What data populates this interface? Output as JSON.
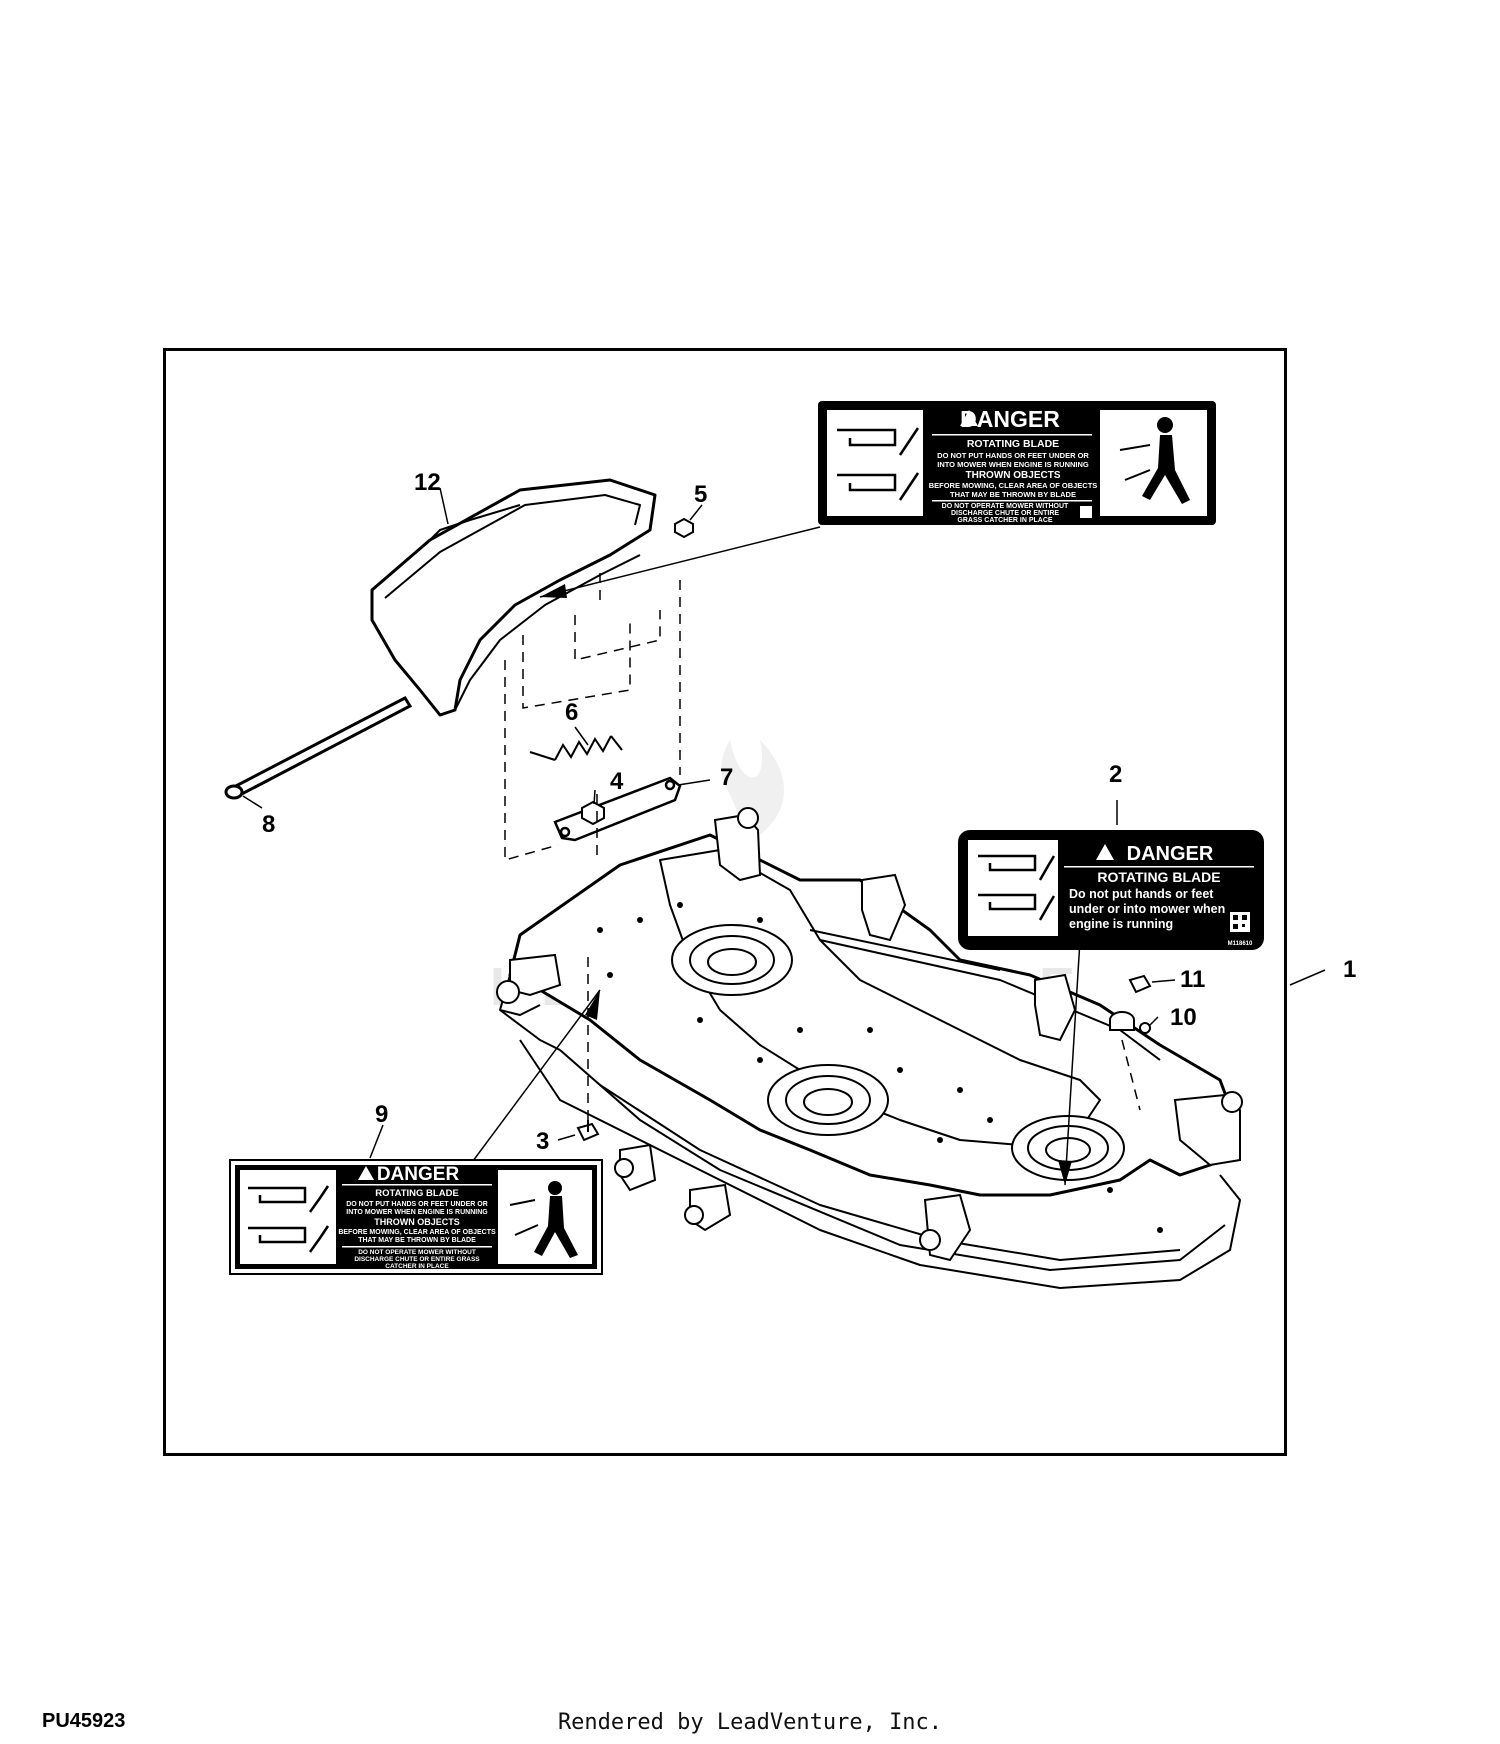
{
  "figure_id": "PU45923",
  "footer": "Rendered by LeadVenture, Inc.",
  "watermark": "LEADVENTURE",
  "callouts": [
    "1",
    "2",
    "3",
    "4",
    "5",
    "6",
    "7",
    "8",
    "9",
    "10",
    "11",
    "12"
  ],
  "labels": {
    "top": {
      "header": "DANGER",
      "line1": "ROTATING BLADE",
      "line2": "DO NOT PUT HANDS OR FEET UNDER OR",
      "line3": "INTO MOWER WHEN ENGINE IS RUNNING",
      "line4": "THROWN OBJECTS",
      "line5": "BEFORE MOWING, CLEAR AREA OF OBJECTS",
      "line6": "THAT MAY BE THROWN BY BLADE",
      "line7": "DO NOT OPERATE MOWER WITHOUT",
      "line8": "DISCHARGE CHUTE OR ENTIRE",
      "line9": "GRASS CATCHER IN PLACE"
    },
    "middle": {
      "header": "DANGER",
      "line1": "ROTATING BLADE",
      "line2": "Do not put hands or feet",
      "line3": "under or into mower when",
      "line4": "engine is running",
      "code": "M118610"
    },
    "bottom": {
      "header": "DANGER",
      "line1": "ROTATING BLADE",
      "line2": "DO NOT PUT HANDS OR FEET UNDER OR",
      "line3": "INTO MOWER WHEN ENGINE IS RUNNING",
      "line4": "THROWN OBJECTS",
      "line5": "BEFORE MOWING, CLEAR AREA OF OBJECTS",
      "line6": "THAT MAY BE THROWN BY BLADE",
      "line7": "DO NOT OPERATE MOWER WITHOUT",
      "line8": "DISCHARGE CHUTE OR ENTIRE GRASS",
      "line9": "CATCHER IN PLACE"
    }
  }
}
